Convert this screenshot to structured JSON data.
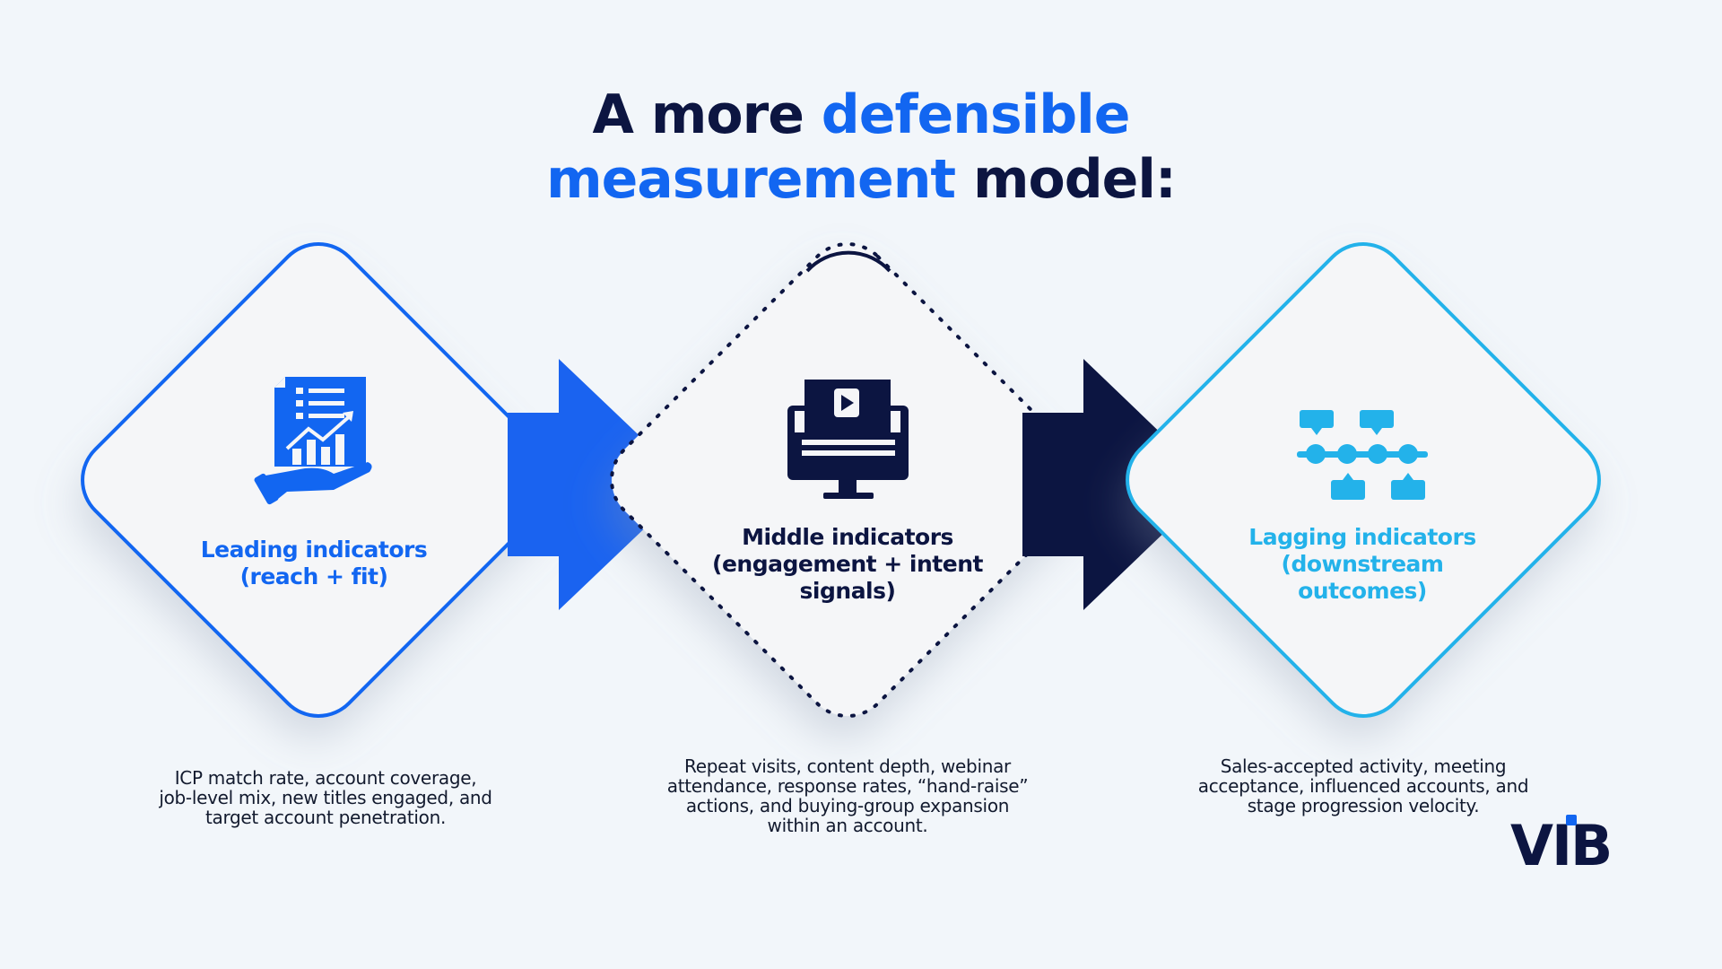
{
  "title": {
    "part1": "A more ",
    "highlight1": "defensible",
    "highlight2": "measurement",
    "part2": " model:"
  },
  "stages": [
    {
      "label_line1": "Leading indicators",
      "label_line2": "(reach + fit)",
      "label_line3": "",
      "description_lines": [
        "ICP match rate, account coverage,",
        "job-level mix, new titles engaged, and",
        "target account penetration."
      ],
      "color": "#1266f1",
      "icon": "report-chart-hand-icon"
    },
    {
      "label_line1": "Middle indicators",
      "label_line2": "(engagement + intent",
      "label_line3": "signals)",
      "description_lines": [
        "Repeat visits, content depth, webinar",
        "attendance, response rates, “hand-raise”",
        "actions, and buying-group expansion",
        "within an account."
      ],
      "color": "#0c1541",
      "icon": "monitor-play-icon"
    },
    {
      "label_line1": "Lagging indicators",
      "label_line2": "(downstream",
      "label_line3": "outcomes)",
      "description_lines": [
        "Sales-accepted activity, meeting",
        "acceptance, influenced accounts, and",
        "stage progression velocity."
      ],
      "color": "#23b2ea",
      "icon": "timeline-nodes-icon"
    }
  ],
  "logo": {
    "text": "VIB",
    "accent": "#1266f1"
  }
}
